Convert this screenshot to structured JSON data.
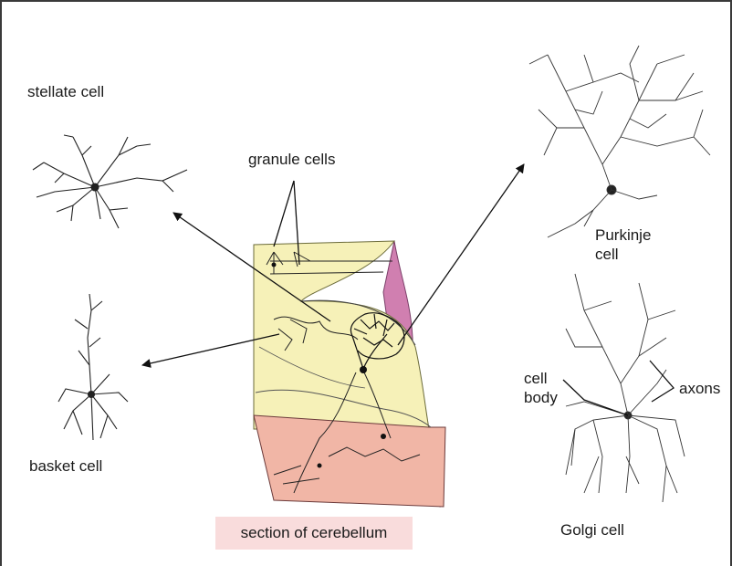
{
  "labels": {
    "stellate": "stellate cell",
    "granule": "granule cells",
    "purkinje": "Purkinje\ncell",
    "basket": "basket cell",
    "cell_body": "cell\nbody",
    "axons": "axons",
    "golgi": "Golgi cell",
    "caption": "section of cerebellum"
  },
  "colors": {
    "molecular_layer": "#f6f1b8",
    "granular_layer": "#f1b6a6",
    "white_matter_side": "#d07fb0",
    "caption_bg": "#f9dcdc",
    "neuron_ink": "#222222"
  }
}
